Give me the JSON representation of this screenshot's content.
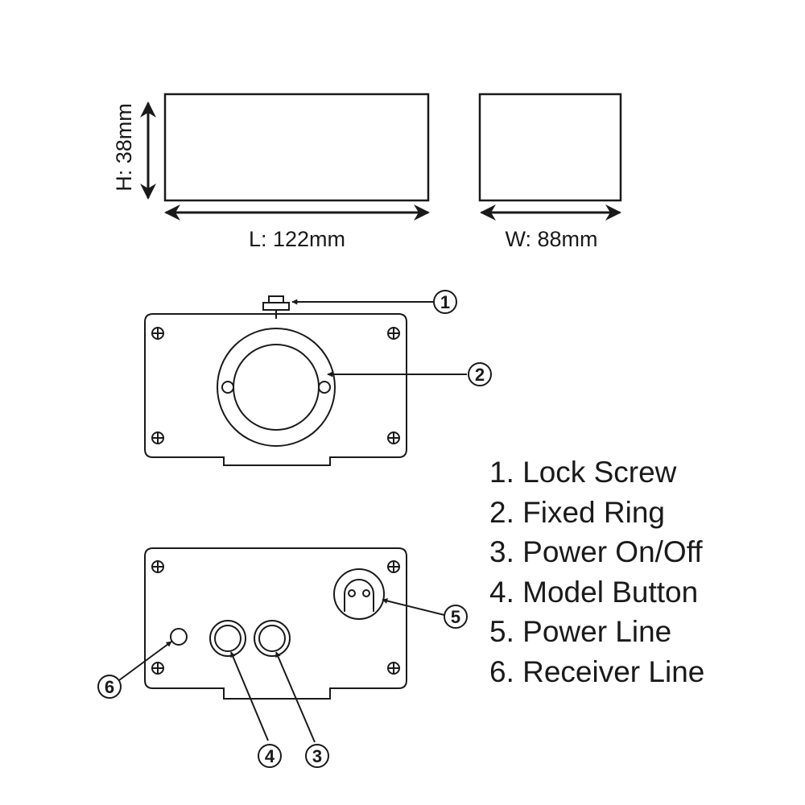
{
  "dimensions": {
    "height_label": "H: 38mm",
    "length_label": "L: 122mm",
    "width_label": "W: 88mm"
  },
  "callouts": [
    "1",
    "2",
    "3",
    "4",
    "5",
    "6"
  ],
  "legend": [
    "1. Lock Screw",
    "2. Fixed Ring",
    "3. Power On/Off",
    "4. Model Button",
    "5. Power Line",
    "6. Receiver Line"
  ],
  "colors": {
    "line": "#1a1a1a",
    "background": "#ffffff"
  }
}
